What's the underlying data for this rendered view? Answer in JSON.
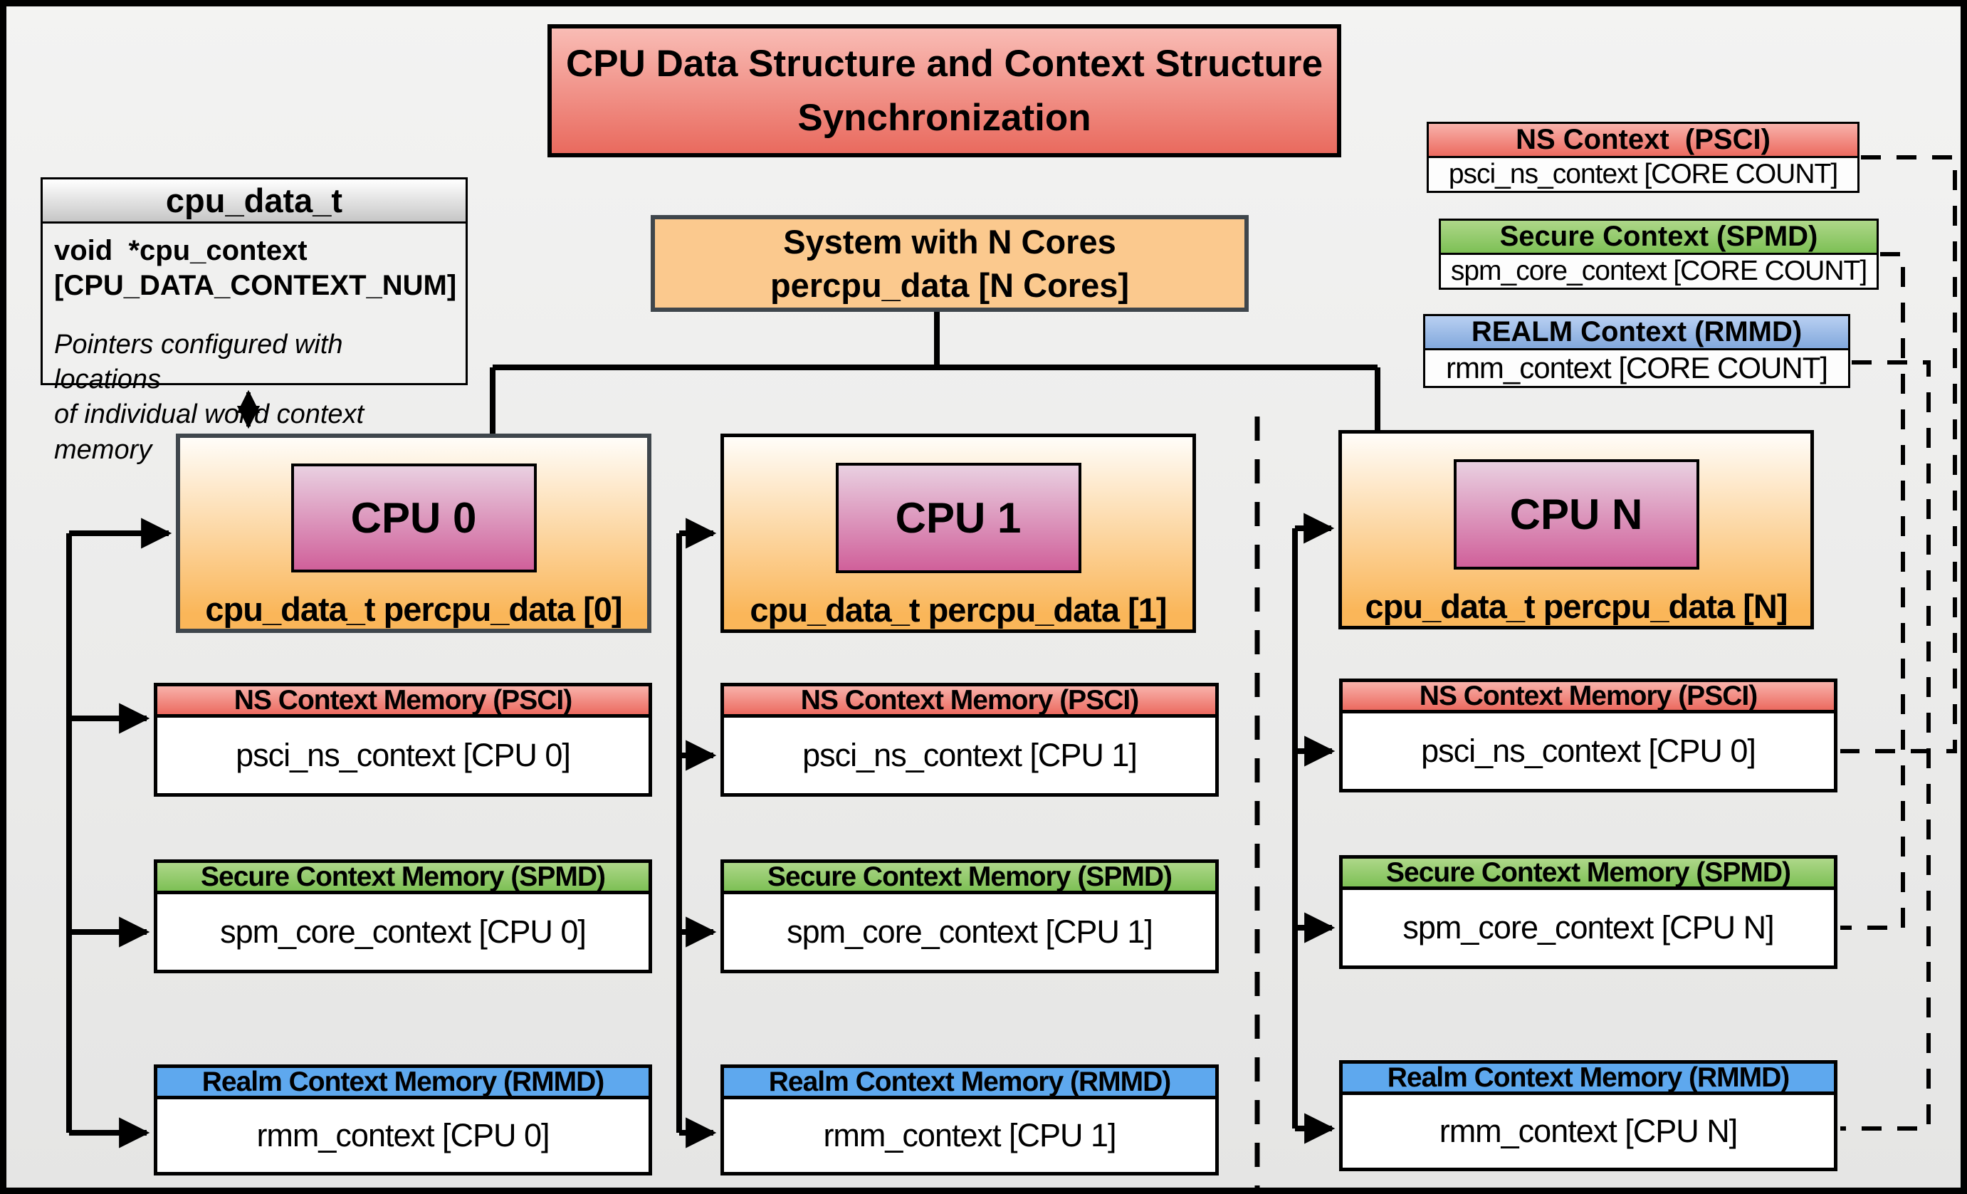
{
  "title": {
    "line1": "CPU Data Structure and Context Structure",
    "line2": "Synchronization"
  },
  "cpu_data_t": {
    "header": "cpu_data_t",
    "field_line1": "void  *cpu_context",
    "field_line2": "[CPU_DATA_CONTEXT_NUM]",
    "note_line1": "Pointers configured with locations",
    "note_line2": "of individual world context memory"
  },
  "system_box": {
    "line1": "System with N Cores",
    "line2": "percpu_data [N Cores]"
  },
  "legend": {
    "ns": {
      "header": "NS Context  (PSCI)",
      "body": "psci_ns_context [CORE COUNT]"
    },
    "secure": {
      "header": "Secure Context (SPMD)",
      "body": "spm_core_context [CORE COUNT]"
    },
    "realm": {
      "header": "REALM Context (RMMD)",
      "body": "rmm_context [CORE COUNT]"
    }
  },
  "columns": [
    {
      "cpu_label": "CPU 0",
      "data_label": "cpu_data_t percpu_data [0]",
      "ns_header": "NS Context Memory (PSCI)",
      "ns_body": "psci_ns_context [CPU 0]",
      "secure_header": "Secure Context Memory (SPMD)",
      "secure_body": "spm_core_context [CPU 0]",
      "realm_header": "Realm Context Memory (RMMD)",
      "realm_body": "rmm_context [CPU 0]"
    },
    {
      "cpu_label": "CPU 1",
      "data_label": "cpu_data_t percpu_data [1]",
      "ns_header": "NS Context Memory (PSCI)",
      "ns_body": "psci_ns_context [CPU 1]",
      "secure_header": "Secure Context Memory (SPMD)",
      "secure_body": "spm_core_context [CPU 1]",
      "realm_header": "Realm Context Memory (RMMD)",
      "realm_body": "rmm_context [CPU 1]"
    },
    {
      "cpu_label": "CPU N",
      "data_label": "cpu_data_t percpu_data [N]",
      "ns_header": "NS Context Memory (PSCI)",
      "ns_body": "psci_ns_context [CPU 0]",
      "secure_header": "Secure Context Memory (SPMD)",
      "secure_body": "spm_core_context [CPU N]",
      "realm_header": "Realm Context Memory (RMMD)",
      "realm_body": "rmm_context [CPU N]"
    }
  ],
  "colors": {
    "red-light": "#f8b2ab",
    "red-dark": "#ec6a5f",
    "green-light": "#aed789",
    "green-dark": "#7dc055",
    "blue-flat": "#5ea8ee",
    "blue-light": "#b9d0f2",
    "blue-mid": "#82a8dc",
    "orange": "#fbc98e",
    "cpu-top": "#fffdf9",
    "cpu-bot": "#fab659",
    "chip-top": "#e9d0e1",
    "chip-bot": "#d0609a",
    "gray-dark": "#c6c6c6",
    "border-dark": "#3f464c"
  }
}
